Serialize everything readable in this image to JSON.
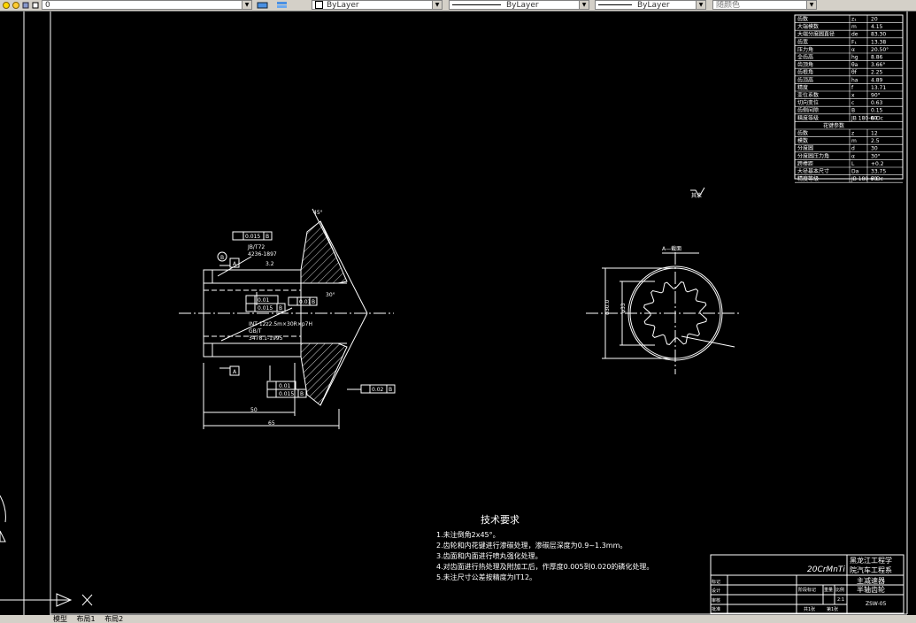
{
  "toolbar": {
    "layer_value": "0",
    "color_value": "ByLayer",
    "linetype_value": "ByLayer",
    "lineweight_value": "ByLayer",
    "plotstyle_value": "随颜色"
  },
  "parameter_table": {
    "rows": [
      {
        "label": "齿数",
        "sym": "z₁",
        "val": "20"
      },
      {
        "label": "大端模数",
        "sym": "m",
        "val": "4.15"
      },
      {
        "label": "大端分度圆直径",
        "sym": "de",
        "val": "83.30"
      },
      {
        "label": "齿宽",
        "sym": "F₁",
        "val": "13.38"
      },
      {
        "label": "压力角",
        "sym": "α",
        "val": "20.50°"
      },
      {
        "label": "全齿高",
        "sym": "hg",
        "val": "8.86"
      },
      {
        "label": "齿顶角",
        "sym": "θa",
        "val": "3.66°"
      },
      {
        "label": "齿根角",
        "sym": "θf",
        "val": "2.25"
      },
      {
        "label": "齿顶高",
        "sym": "ha",
        "val": "4.89"
      },
      {
        "label": "精度",
        "sym": "f",
        "val": "13.71"
      },
      {
        "label": "变位系数",
        "sym": "x",
        "val": "90°"
      },
      {
        "label": "切向变位",
        "sym": "c",
        "val": "0.63"
      },
      {
        "label": "齿侧间隙",
        "sym": "B",
        "val": "0.15"
      },
      {
        "label": "精度等级",
        "sym": "JB 180-60",
        "val": "8-Dc"
      }
    ],
    "spline_header": "花键参数",
    "spline_rows": [
      {
        "label": "齿数",
        "sym": "z",
        "val": "12"
      },
      {
        "label": "模数",
        "sym": "m",
        "val": "2.5"
      },
      {
        "label": "分度圆",
        "sym": "d",
        "val": "30"
      },
      {
        "label": "分度圆压力角",
        "sym": "α",
        "val": "30°"
      },
      {
        "label": "跨棒距",
        "sym": "L",
        "val": "+0.2"
      },
      {
        "label": "大径基本尺寸",
        "sym": "Da",
        "val": "33.75"
      },
      {
        "label": "精度等级",
        "sym": "JB 180-60",
        "val": "7-Dc"
      }
    ]
  },
  "left_view": {
    "tol_flat": "0.015",
    "tol_flat_ref": "B",
    "note_top_1": "JB/T72",
    "note_top_2": "4236-1897",
    "tol_runout_1": "0.01",
    "tol_cyl_1": "0.015",
    "tol_cyl_1_ref": "B",
    "tol_conc": "0.01",
    "tol_conc_ref": "B",
    "spline_note_1": "INT 12z2.5m×30R×p7H",
    "spline_note_2": "GB/T",
    "spline_note_3": "3478.1-1995",
    "section_b": "B",
    "section_a_top": "A",
    "section_a_bot": "A",
    "tol_runout_2": "0.01",
    "tol_cyl_2": "0.015",
    "tol_cyl_2_ref": "B",
    "tol_right": "0.02",
    "tol_right_ref": "B",
    "dim_50": "50",
    "dim_65": "65",
    "angle_1": "45°",
    "angle_2": "30°",
    "dim_small": "3.2"
  },
  "right_view": {
    "section_label": "A—截面",
    "dim_left": "φ30.0",
    "dim_right": "φ33",
    "surface_note": "其余"
  },
  "tech_req": {
    "title": "技术要求",
    "items": [
      "1.未注倒角2x45°。",
      "2.齿轮和内花键进行渗碳处理，渗碳层深度为0.9~1.3mm。",
      "3.齿面和内面进行喷丸强化处理。",
      "4.对齿面进行热处理及附加工后，作厚度0.005到0.020的磷化处理。",
      "5.未注尺寸公差按精度为IT12。"
    ]
  },
  "title_block": {
    "material": "20CrMnTi",
    "school_1": "黑龙江工程学",
    "school_2": "院汽车工程系",
    "part_1": "主减速器",
    "part_2": "半轴齿轮",
    "drawing_no": "ZSW-05",
    "scale": "2:1",
    "row_1": "标记",
    "row_2": "设计",
    "row_3": "审核",
    "row_4": "批准",
    "col_1": "阶段标记",
    "col_2": "重量",
    "col_3": "比例",
    "sheet_1": "共1张",
    "sheet_2": "第1张"
  },
  "status": {
    "tab_model": "模型",
    "tab_layout1": "布局1",
    "tab_layout2": "布局2"
  },
  "colors": {
    "lines": "#ffffff",
    "background": "#000000",
    "toolbar": "#d4d0c8"
  }
}
